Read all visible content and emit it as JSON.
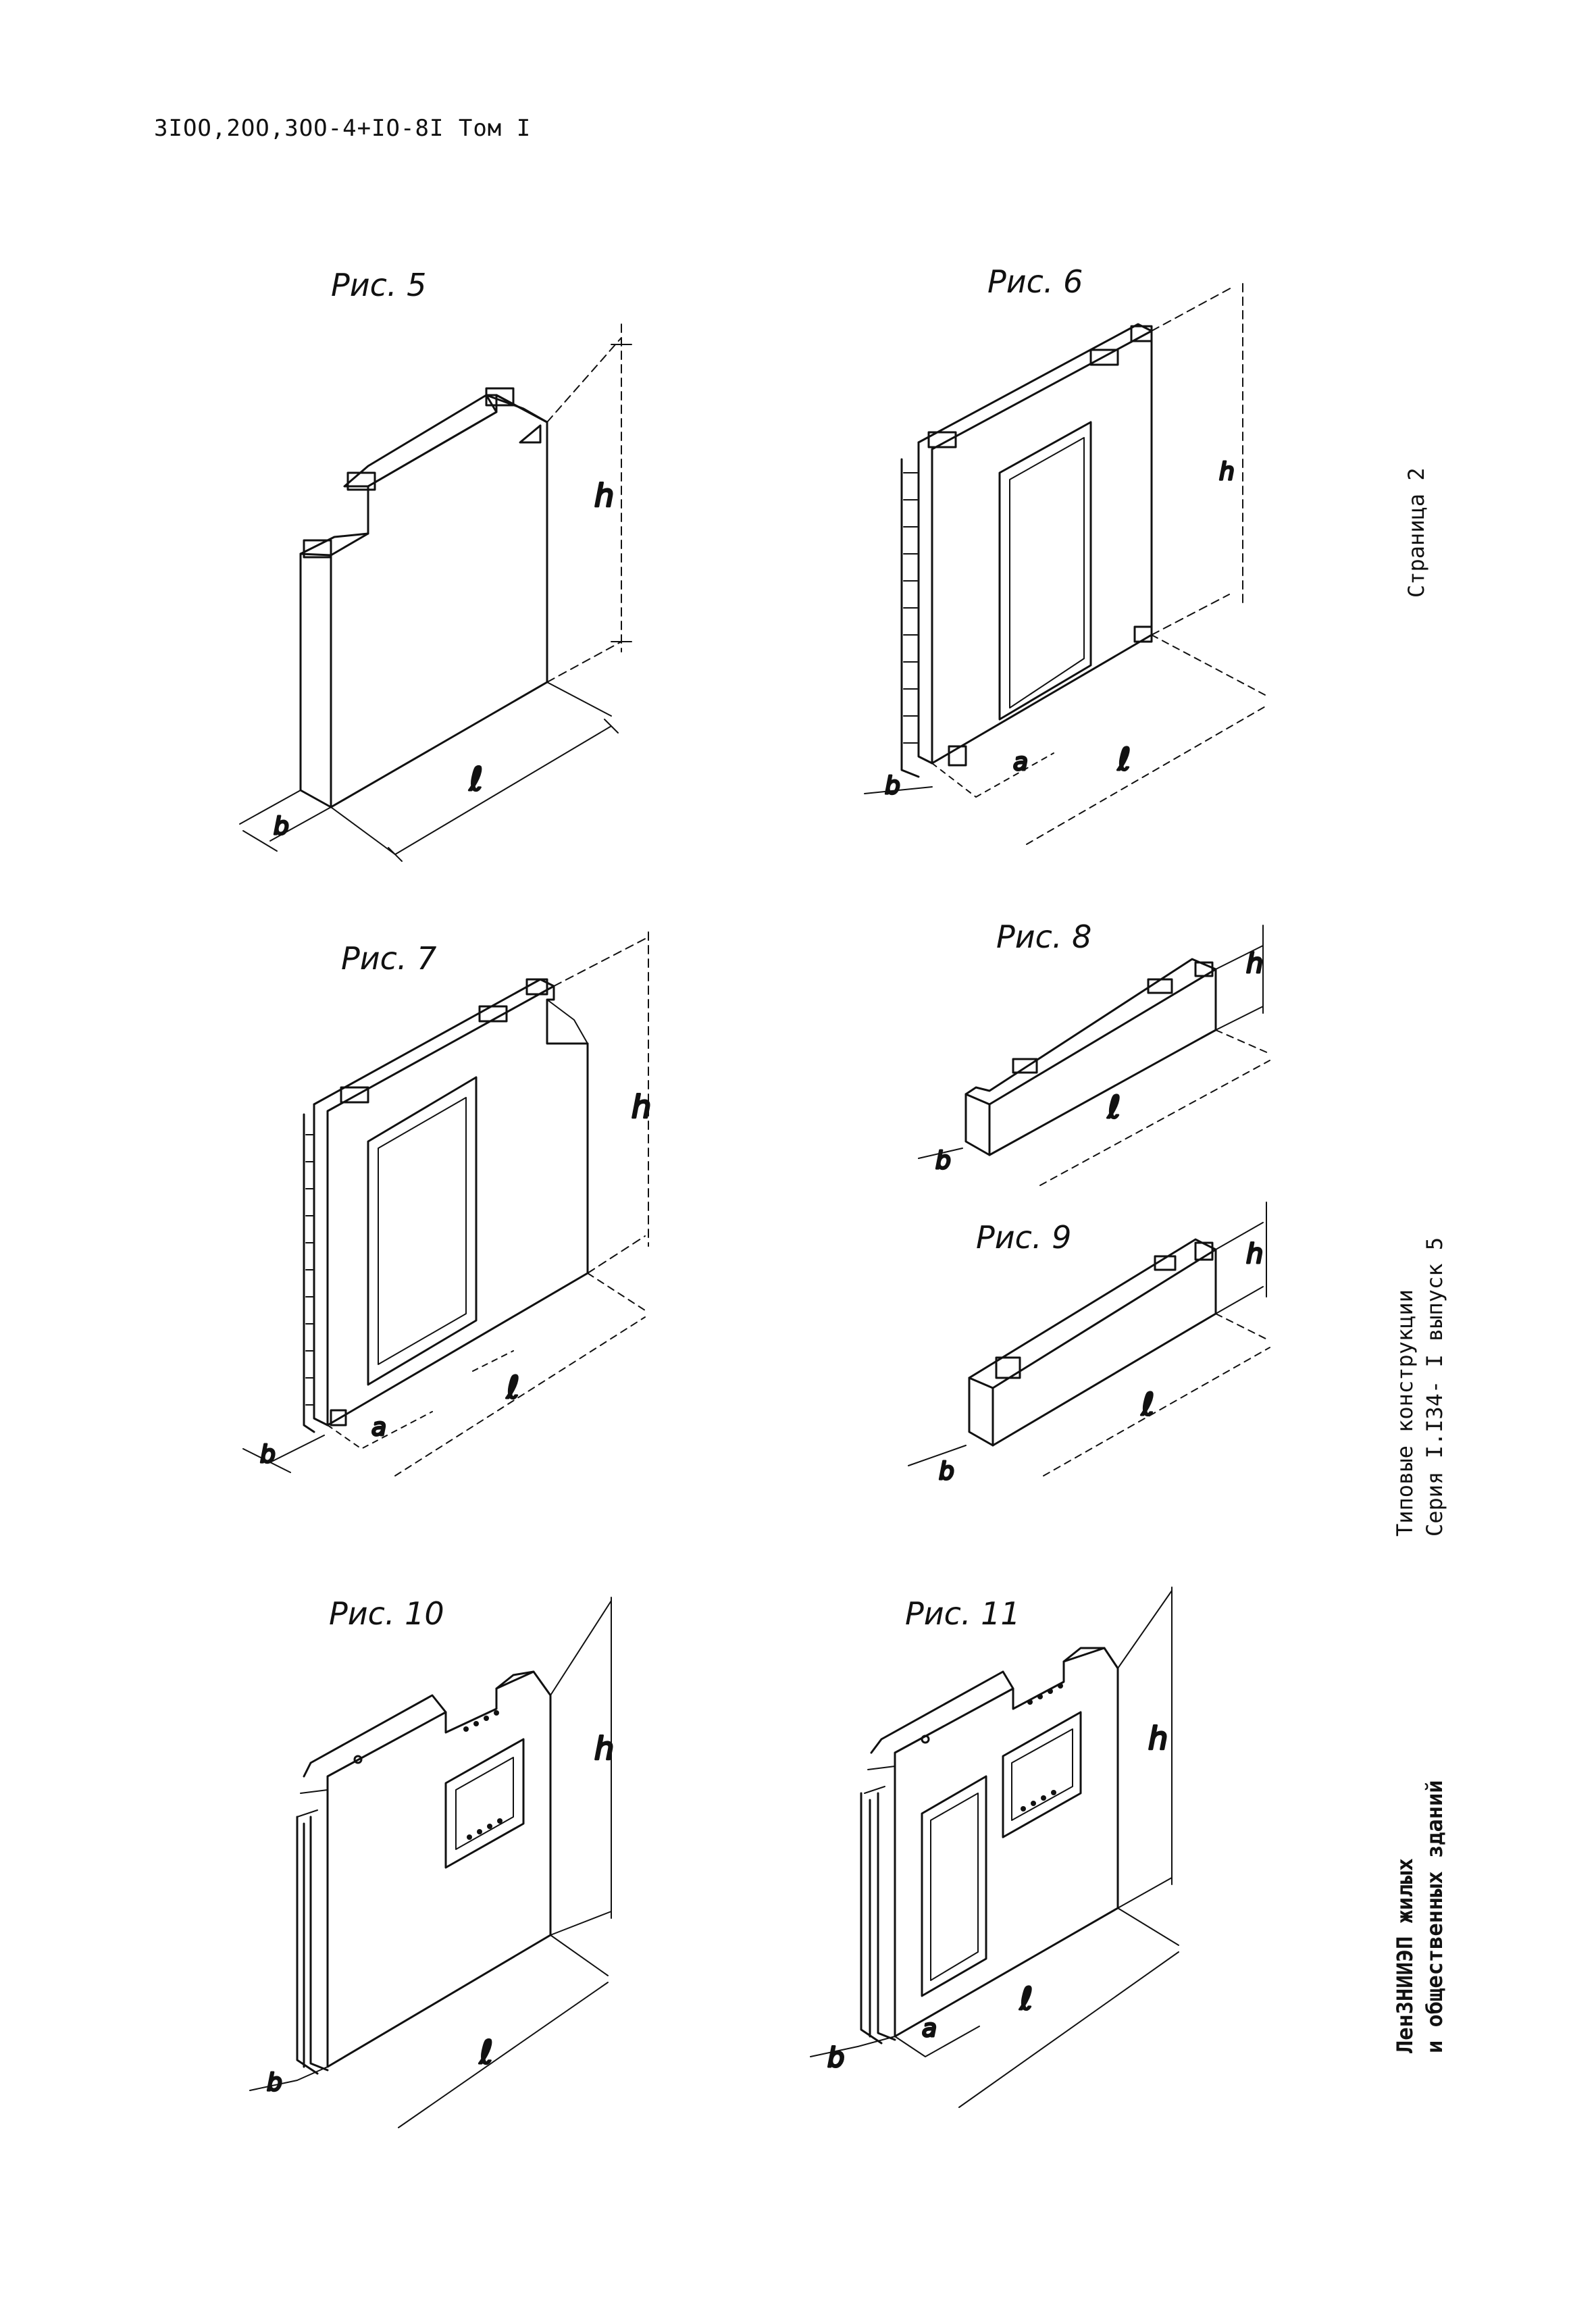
{
  "header": {
    "code": "ЗIОО,2ОО,3ОО-4+IО-8I Том I"
  },
  "figures": [
    {
      "id": "fig5",
      "label": "Рис. 5",
      "dims": [
        "h",
        "ℓ",
        "b"
      ]
    },
    {
      "id": "fig6",
      "label": "Рис. 6",
      "dims": [
        "h",
        "ℓ",
        "a",
        "b"
      ]
    },
    {
      "id": "fig7",
      "label": "Рис. 7",
      "dims": [
        "h",
        "ℓ",
        "a",
        "b"
      ]
    },
    {
      "id": "fig8",
      "label": "Рис. 8",
      "dims": [
        "h",
        "ℓ",
        "b"
      ]
    },
    {
      "id": "fig9",
      "label": "Рис. 9",
      "dims": [
        "h",
        "ℓ",
        "b"
      ]
    },
    {
      "id": "fig10",
      "label": "Рис. 10",
      "dims": [
        "h",
        "ℓ",
        "b"
      ]
    },
    {
      "id": "fig11",
      "label": "Рис. 11",
      "dims": [
        "h",
        "ℓ",
        "a",
        "b"
      ]
    }
  ],
  "side": {
    "page": "Страница 2",
    "series_line1": "Типовые конструкции",
    "series_line2": "Серия I.I34- I  выпуск 5",
    "org_line1": "ЛенЗНИИЭП жилых",
    "org_line2": "и общественных зданий"
  }
}
